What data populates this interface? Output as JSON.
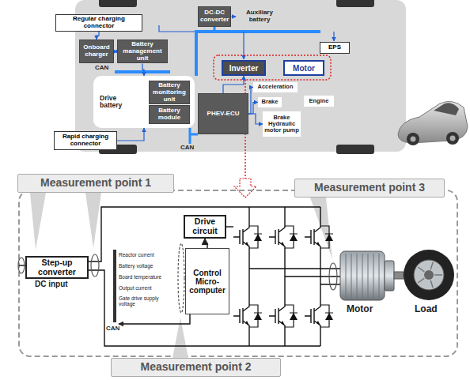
{
  "diagram": {
    "nodes": [
      {
        "text": [
          "Regular charging connector"
        ]
      },
      {
        "text": [
          "Onboard charger"
        ]
      },
      {
        "text": [
          "Battery management unit"
        ]
      },
      {
        "text": [
          "Drive battery"
        ]
      },
      {
        "text": [
          "Battery monitoring unit"
        ],
        "in": 3
      },
      {
        "text": [
          "Battery module"
        ],
        "in": 3
      },
      {
        "text": [
          "Rapid charging connector"
        ]
      },
      {
        "text": [
          "DC-DC converter"
        ]
      },
      {
        "text": [
          "Auxiliary battery"
        ]
      },
      {
        "text": [
          "EPS"
        ]
      },
      {
        "text": [
          "Inverter"
        ]
      },
      {
        "text": [
          "Motor"
        ]
      },
      {
        "text": [
          "PHEV-ECU"
        ]
      },
      {
        "text": [
          "Acceleration"
        ]
      },
      {
        "text": [
          "Brake"
        ]
      },
      {
        "text": [
          "Brake Hydraulic motor pump"
        ]
      },
      {
        "text": [
          "Engine"
        ]
      },
      {
        "text": [
          "Measurement point 1"
        ]
      },
      {
        "text": [
          "Measurement point 3"
        ]
      },
      {
        "text": [
          "Step-up converter"
        ]
      },
      {
        "text": [
          "Drive circuit"
        ]
      },
      {
        "text": [
          "Control Micro-computer"
        ]
      },
      {
        "text": [
          "Measurement point 2"
        ]
      }
    ],
    "edges": [
      {
        "from": 0,
        "to": 1,
        "arrow": "to"
      },
      {
        "from": 1,
        "to": 2,
        "arrow": "both"
      },
      {
        "from": 2,
        "to": 3,
        "arrow": "to"
      },
      {
        "from": 6,
        "to": 3,
        "arrow": "to"
      },
      {
        "from": 7,
        "to": 8,
        "arrow": "to"
      },
      {
        "from": 12,
        "to": 10,
        "arrow": "to"
      },
      {
        "from": 12,
        "to": 13,
        "arrow": "to"
      },
      {
        "from": 12,
        "to": 14,
        "arrow": "to"
      },
      {
        "from": 12,
        "to": 15,
        "arrow": "to"
      },
      {
        "from": 21,
        "to": 20,
        "arrow": "to"
      }
    ],
    "labels": [
      "CAN",
      "CAN",
      "DC input",
      "Reactor current",
      "Battery voltage",
      "Board temperature",
      "Output current",
      "Gate drive supply voltage",
      "CAN",
      "Motor",
      "Load"
    ]
  }
}
